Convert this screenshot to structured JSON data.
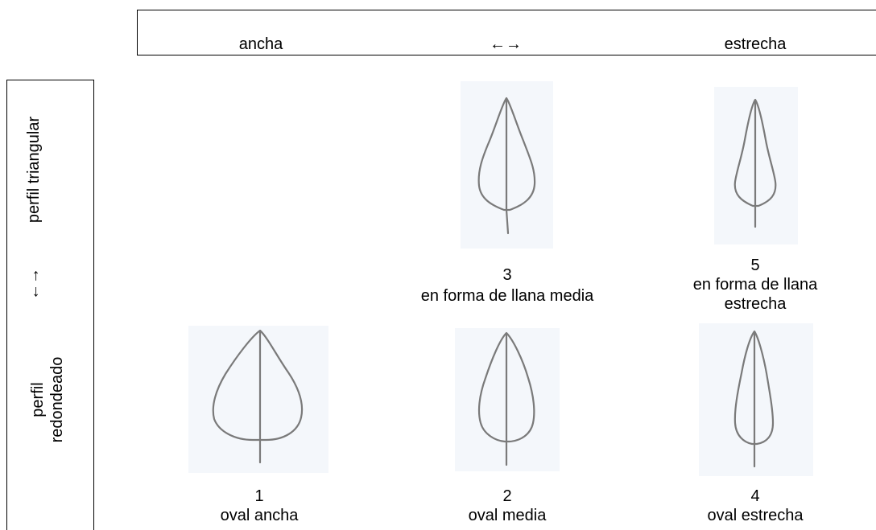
{
  "header": {
    "wide": "ancha",
    "arrow": "←→",
    "narrow": "estrecha"
  },
  "side": {
    "triangular": "perfil triangular",
    "arrow": "←→",
    "rounded_line1": "perfil",
    "rounded_line2": "redondeado"
  },
  "leaves": [
    {
      "number": "3",
      "name": "en forma de llana media",
      "name_line2": ""
    },
    {
      "number": "5",
      "name": "en forma de llana",
      "name_line2": "estrecha"
    },
    {
      "number": "1",
      "name": "oval ancha",
      "name_line2": ""
    },
    {
      "number": "2",
      "name": "oval media",
      "name_line2": ""
    },
    {
      "number": "4",
      "name": "oval estrecha",
      "name_line2": ""
    }
  ],
  "colors": {
    "leaf_stroke": "#7a7a7a",
    "panel_background": "#f4f7fb"
  }
}
